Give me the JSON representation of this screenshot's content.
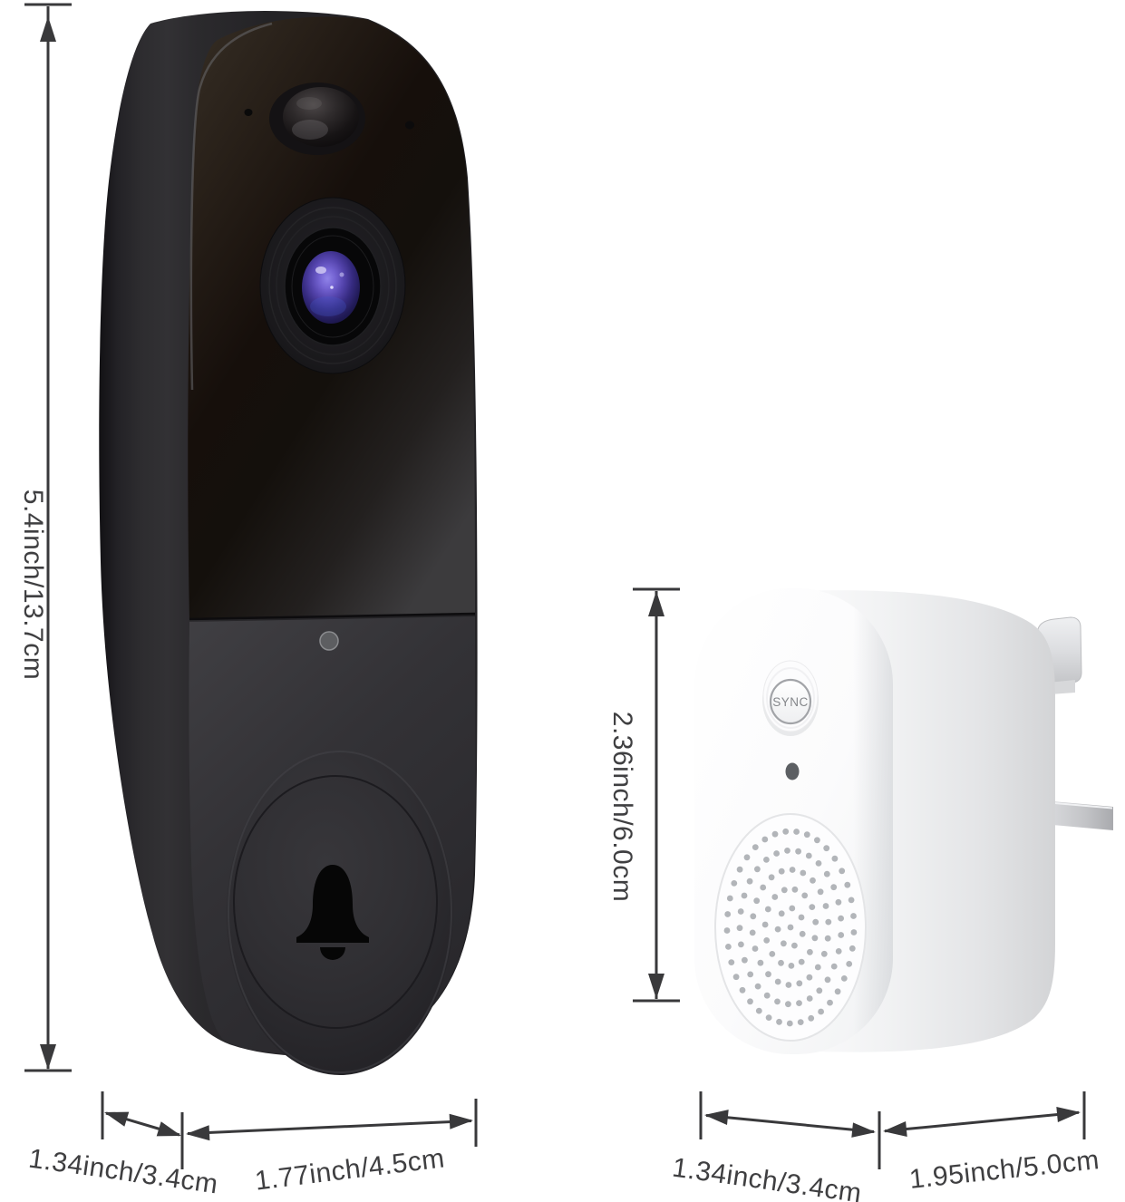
{
  "image_type": "product-dimension-diagram",
  "doorbell": {
    "device": "smart video doorbell",
    "bell_icon": "bell",
    "dimensions": {
      "height_label": "5.4inch/13.7cm",
      "depth_label": "1.34inch/3.4cm",
      "width_label": "1.77inch/4.5cm"
    }
  },
  "chime": {
    "device": "plug-in wireless chime",
    "sync_button_label": "SYNC",
    "dimensions": {
      "height_label": "2.36inch/6.0cm",
      "depth_label": "1.34inch/3.4cm",
      "width_label": "1.95inch/5.0cm"
    }
  },
  "colors": {
    "background": "#ffffff",
    "doorbell_body": "#232226",
    "doorbell_gloss_panel": "#17110c",
    "chime_body": "#fbfbfc",
    "lens_purple": "#5343ab",
    "dimension_line": "#39393b",
    "label_text": "#3f3f41",
    "grille_dots": "#b2b5b9"
  }
}
